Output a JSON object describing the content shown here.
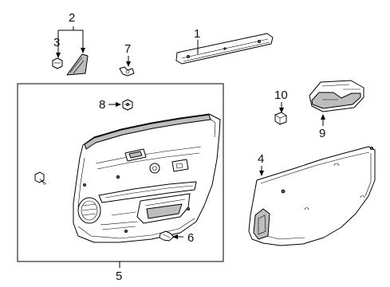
{
  "callouts": {
    "c1": "1",
    "c2": "2",
    "c3": "3",
    "c4": "4",
    "c5": "5",
    "c6": "6",
    "c7": "7",
    "c8": "8",
    "c9": "9",
    "c10": "10"
  },
  "colors": {
    "line": "#000000",
    "part_fill": "#ffffff",
    "shade": "#bdbdbd",
    "text": "#111111"
  }
}
